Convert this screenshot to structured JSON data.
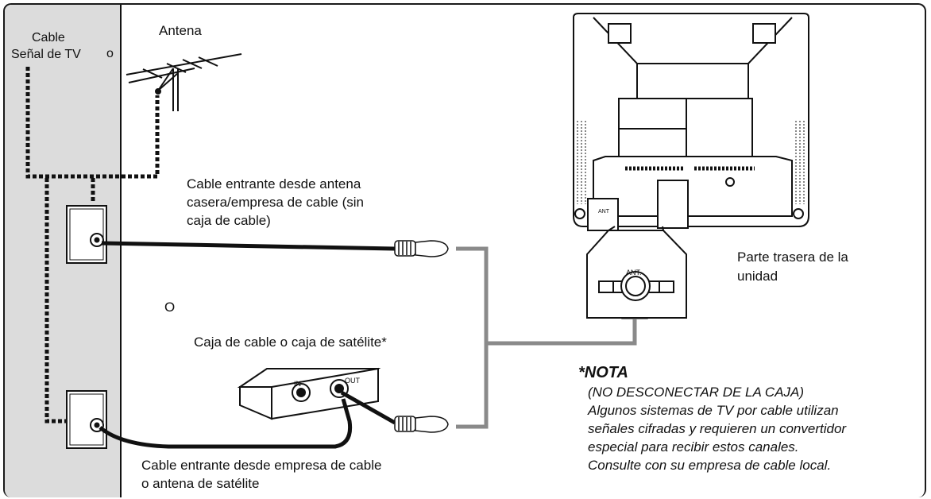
{
  "labels": {
    "cable_signal_line1": "Cable",
    "cable_signal_line2": "Señal de TV",
    "zero_mark": "o",
    "antenna": "Antena",
    "incoming_antenna_line1": "Cable entrante desde antena",
    "incoming_antenna_line2": "casera/empresa de cable (sin",
    "incoming_antenna_line3": "caja de cable)",
    "or_label": "O",
    "cable_box_title": "Caja de cable o caja de satélite*",
    "box_in": "IN",
    "box_out": "OUT",
    "incoming_company_line1": "Cable entrante desde empresa de cable",
    "incoming_company_line2": "o antena de satélite",
    "rear_of_unit_line1": "Parte trasera de la",
    "rear_of_unit_line2": "unidad",
    "ant_port": "ANT.",
    "ant_small": "ANT"
  },
  "nota": {
    "title": "*NOTA",
    "lines": [
      "(NO DESCONECTAR DE LA CAJA)",
      "Algunos sistemas de TV por cable utilizan",
      "señales cifradas y requieren un convertidor",
      "especial para recibir estos canales.",
      "Consulte con su empresa de cable local."
    ]
  },
  "colors": {
    "wall": "#dcdcdc",
    "line": "#111111",
    "connector_gray": "#8a8a8a"
  }
}
